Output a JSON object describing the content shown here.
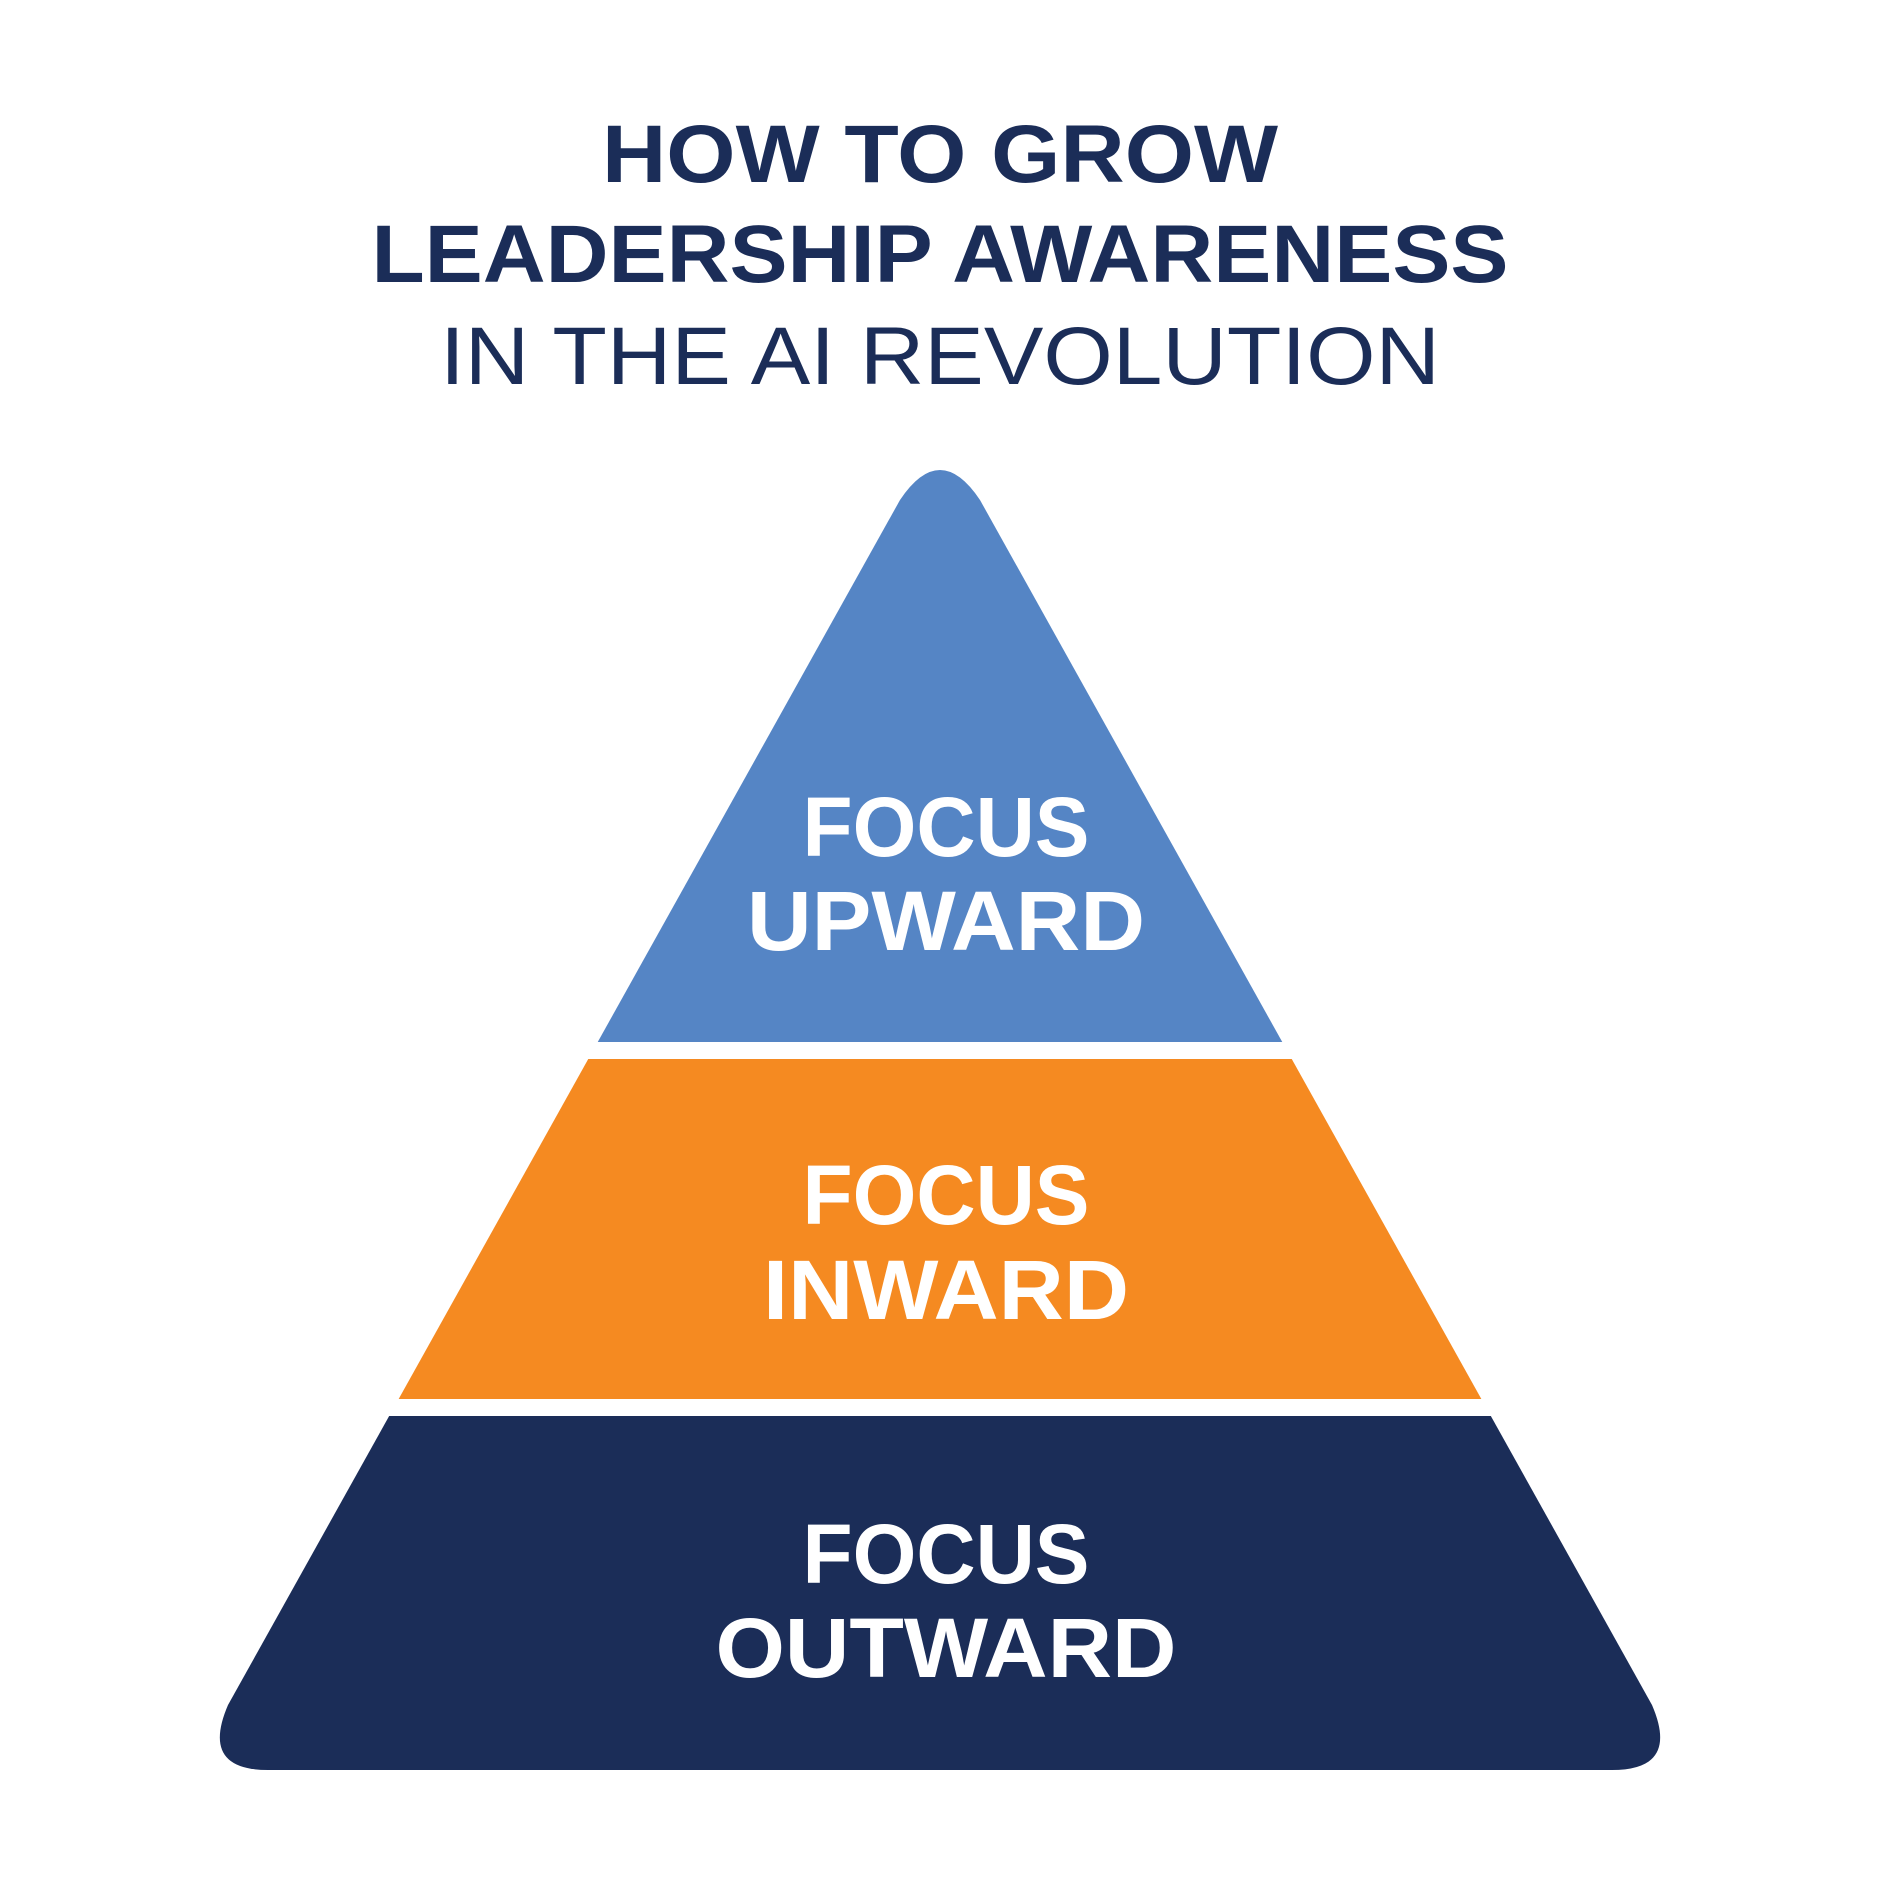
{
  "title": {
    "line1": "HOW TO GROW",
    "line2": "LEADERSHIP AWARENESS",
    "line3": "IN THE AI REVOLUTION"
  },
  "tiers": [
    {
      "line1": "FOCUS",
      "line2": "UPWARD",
      "color": "#5585c5"
    },
    {
      "line1": "FOCUS",
      "line2": "INWARD",
      "color": "#f58a21"
    },
    {
      "line1": "FOCUS",
      "line2": "OUTWARD",
      "color": "#1b2d58"
    }
  ]
}
